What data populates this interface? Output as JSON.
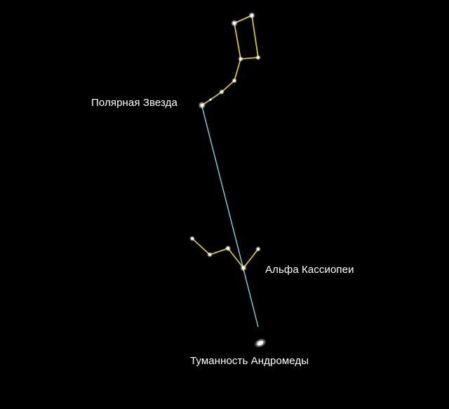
{
  "labels": {
    "polaris": "Полярная Звезда",
    "alpha_cassiopeia": "Альфа Кассиопеи",
    "andromeda_nebula": "Туманность Андромеды"
  },
  "colors": {
    "background": "#000000",
    "constellation_lines": "#d8c23a",
    "pointer_line": "#7fd6e8",
    "stars": "#ffffff",
    "label_text": "#ffffff"
  }
}
